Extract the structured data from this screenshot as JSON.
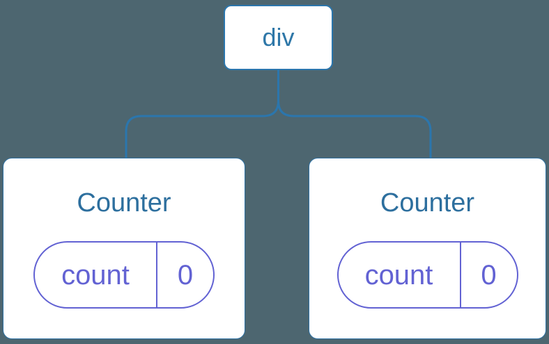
{
  "diagram": {
    "background_color": "#4d6670",
    "colors": {
      "node_border_blue": "#2b76ad",
      "root_text_blue": "#2e77a8",
      "component_text_blue": "#2d6f9e",
      "state_purple": "#6262d3",
      "node_fill": "#ffffff"
    },
    "root": {
      "label": "div"
    },
    "children": [
      {
        "title": "Counter",
        "state_key": "count",
        "state_value": "0"
      },
      {
        "title": "Counter",
        "state_key": "count",
        "state_value": "0"
      }
    ]
  }
}
